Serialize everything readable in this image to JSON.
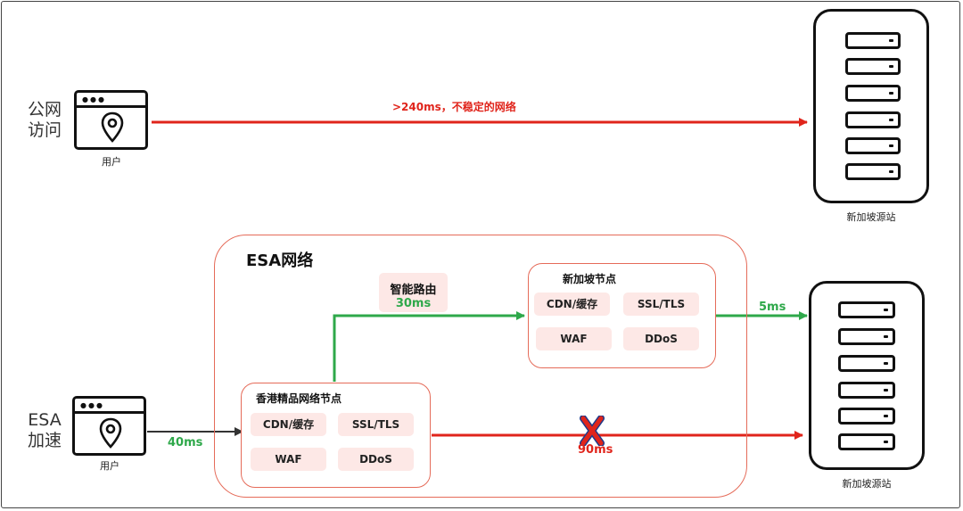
{
  "top_row": {
    "label_line1": "公网",
    "label_line2": "访问",
    "user_label": "用户",
    "link_label": ">240ms，不稳定的网络",
    "server_label": "新加坡源站"
  },
  "bottom_row": {
    "label_line1": "ESA",
    "label_line2": "加速",
    "user_label": "用户",
    "user_link_latency": "40ms",
    "server_label": "新加坡源站"
  },
  "esa_network": {
    "title": "ESA网络",
    "routing_label": "智能路由",
    "routing_latency": "30ms",
    "direct_latency": "90ms",
    "origin_latency": "5ms",
    "hk_node": {
      "title": "香港精品网络节点",
      "features": [
        "CDN/缓存",
        "SSL/TLS",
        "WAF",
        "DDoS"
      ]
    },
    "sg_node": {
      "title": "新加坡节点",
      "features": [
        "CDN/缓存",
        "SSL/TLS",
        "WAF",
        "DDoS"
      ]
    }
  },
  "colors": {
    "red_line": "#e0241b",
    "green_line": "#2ea84a",
    "box_border": "#e56b59",
    "pill_fill": "#fde8e6"
  },
  "icons": {
    "user": "browser-location-icon",
    "server": "server-rack-icon",
    "blocked": "x-mark-icon"
  }
}
